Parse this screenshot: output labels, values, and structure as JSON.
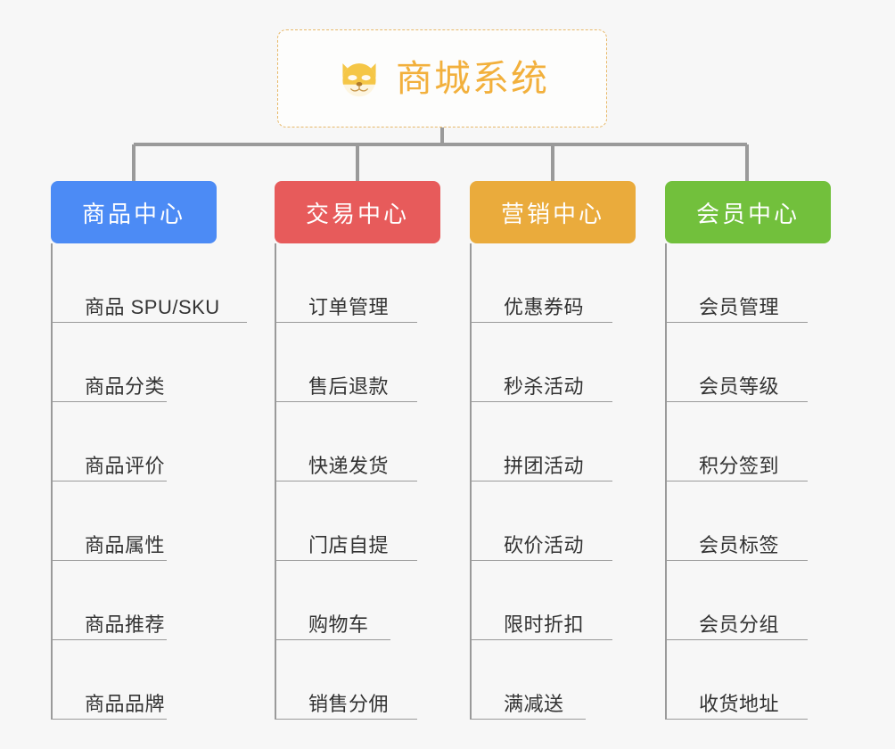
{
  "diagram": {
    "type": "mindmap-tree",
    "background_color": "#f7f7f7",
    "root": {
      "title": "商城系统",
      "icon": "dog-face-icon",
      "text_color": "#f2b03c",
      "border_color": "#e8b96a",
      "border_style": "dashed"
    },
    "connector_color": "#9a9a9a",
    "branches": [
      {
        "label": "商品中心",
        "color": "#4c8bf5",
        "items": [
          "商品 SPU/SKU",
          "商品分类",
          "商品评价",
          "商品属性",
          "商品推荐",
          "商品品牌"
        ]
      },
      {
        "label": "交易中心",
        "color": "#e75b5b",
        "items": [
          "订单管理",
          "售后退款",
          "快递发货",
          "门店自提",
          "购物车",
          "销售分佣"
        ]
      },
      {
        "label": "营销中心",
        "color": "#eaab3c",
        "items": [
          "优惠券码",
          "秒杀活动",
          "拼团活动",
          "砍价活动",
          "限时折扣",
          "满减送"
        ]
      },
      {
        "label": "会员中心",
        "color": "#72c03c",
        "items": [
          "会员管理",
          "会员等级",
          "积分签到",
          "会员标签",
          "会员分组",
          "收货地址"
        ]
      }
    ]
  }
}
